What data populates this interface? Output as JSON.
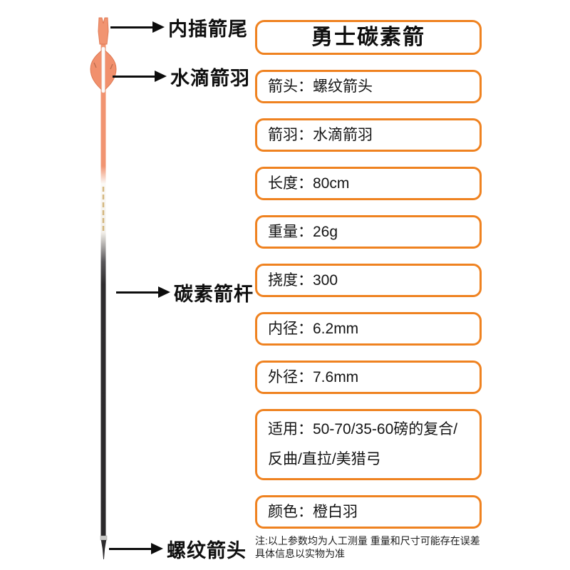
{
  "product": {
    "title": "勇士碳素箭",
    "specs": [
      {
        "label": "箭头：",
        "value": "螺纹箭头"
      },
      {
        "label": "箭羽：",
        "value": "水滴箭羽"
      },
      {
        "label": "长度：",
        "value": "80cm"
      },
      {
        "label": "重量：",
        "value": "26g"
      },
      {
        "label": "挠度：",
        "value": "300"
      },
      {
        "label": "内径：",
        "value": "6.2mm"
      },
      {
        "label": "外径：",
        "value": "7.6mm"
      },
      {
        "label": "适用：",
        "value": "50-70/35-60磅的复合/反曲/直拉/美猎弓"
      },
      {
        "label": "颜色：",
        "value": "橙白羽"
      }
    ],
    "note_line1": "注:以上参数均为人工测量 重量和尺寸可能存在误差",
    "note_line2": "具体信息以实物为准"
  },
  "diagram": {
    "labels": [
      {
        "text": "内插箭尾"
      },
      {
        "text": "水滴箭羽"
      },
      {
        "text": "碳素箭杆"
      },
      {
        "text": "螺纹箭头"
      }
    ]
  },
  "colors": {
    "accent_orange": "#ef8220",
    "fletching_orange": "#f1906d",
    "shaft_dark": "#2d2b2d"
  }
}
